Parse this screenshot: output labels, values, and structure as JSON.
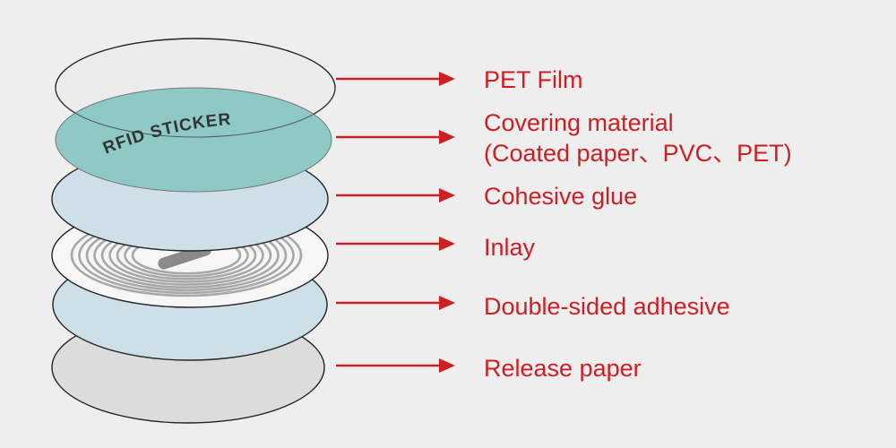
{
  "sticker_text": "RFID STICKER",
  "layers": [
    {
      "id": "pet-film",
      "label": [
        "PET Film"
      ]
    },
    {
      "id": "covering-material",
      "label": [
        "Covering material",
        "(Coated paper、PVC、PET)"
      ]
    },
    {
      "id": "cohesive-glue",
      "label": [
        "Cohesive glue"
      ]
    },
    {
      "id": "inlay",
      "label": [
        "Inlay"
      ]
    },
    {
      "id": "double-sided-adhesive",
      "label": [
        "Double-sided adhesive"
      ]
    },
    {
      "id": "release-paper",
      "label": [
        "Release paper"
      ]
    }
  ],
  "colors": {
    "background": "#eeeeee",
    "label_text": "#cc1f24",
    "arrow": "#cc1f24",
    "outline": "#222222",
    "pet_film": "#ececec",
    "covering_material": "#8ec9c6",
    "cohesive_glue": "#cfdfe7",
    "inlay_base": "#f6f6f6",
    "inlay_coil": "#a8a8a8",
    "inlay_chip": "#8a8a8a",
    "double_sided_adhesive": "#cde0e7",
    "release_paper": "#dcdcdc",
    "sticker_text": "#333333"
  }
}
